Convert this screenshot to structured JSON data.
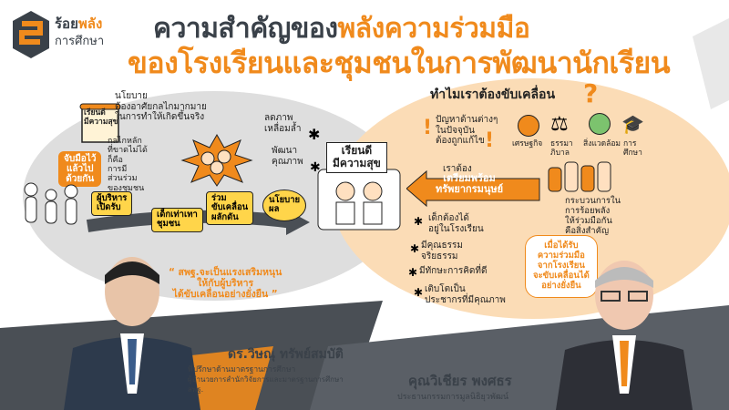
{
  "header": {
    "title_part1": "ความสำคัญของ",
    "title_part2": "พลังความร่วมมือ",
    "title_line2": "ของโรงเรียนและชุมชนในการพัฒนานักเรียน"
  },
  "logo": {
    "name_part1": "ร้อย",
    "name_part2": "พลัง",
    "subtitle": "การศึกษา"
  },
  "left_panel": {
    "policy_scroll": "เรียนดี\nมีความสุข",
    "policy_text": "นโยบาย\nต้องอาศัยกลไกมากมาย\nในการทำให้เกิดขึ้นจริง",
    "mechanism_text": "กลไกหลัก\nที่ขาดไม่ได้\nก็คือ\nการมี\nส่วนร่วม\nของชุมชน",
    "reduce_text": "ลดภาพ\nเหลื่อมล้ำ",
    "develop_text": "พัฒนา\nคุณภาพ",
    "handshake_bubble": "จับมือไว้\nแล้วไป\nด้วยกัน",
    "tag_admin": "ผู้บริหาร\nเปิดรับ",
    "tag_kids": "เด็กเท่าเทา\nชุมชน",
    "tag_join": "ร่วม\nขับเคลื่อน\nผลักดัน",
    "tag_policy": "นโยบาย\nผล",
    "quote": "“ สพฐ.จะเป็นแรงเสริมหนุน\nให้กับผู้บริหาร\nได้ขับเคลื่อนอย่างยั่งยืน ”"
  },
  "center": {
    "sign": "เรียนดี\nมีความสุข"
  },
  "right_panel": {
    "why_title": "ทำไมเราต้องขับเคลื่อน",
    "problem_text": "ปัญหาด้านต่างๆ\nในปัจจุบัน\nต้องถูกแก้ไข",
    "icons": [
      "เศรษฐกิจ",
      "ธรรมา\nภิบาล",
      "สิ่งแวดล้อม",
      "การ\nศึกษา"
    ],
    "we_must": "เราต้อง",
    "prepare_banner": "เตรียมพร้อม\nทรัพยากรมนุษย์",
    "process_text": "กระบวนการใน\nการร้อยพลัง\nให้ร่วมมือกัน\nคือสิ่งสำคัญ",
    "outcomes": [
      "เด็กต้องได้\nอยู่ในโรงเรียน",
      "มีคุณธรรม\nจริยธรรม",
      "มีทักษะการคิดที่ดี",
      "เติบโตเป็น\nประชากรที่มีคุณภาพ"
    ],
    "cooperation_bubble": "เมื่อได้รับ\nความร่วมมือ\nจากโรงเรียน\nจะขับเคลื่อนได้\nอย่างยั่งยืน"
  },
  "people": {
    "left_name": "ดร.วิษณุ ทรัพย์สมบัติ",
    "left_role1": "ที่ปรึกษาด้านมาตรฐานการศึกษา",
    "left_role2": "ผู้อำนวยการสำนักวิจัยการและมาตรฐานการศึกษา",
    "left_role3": "สพฐ.",
    "right_name": "คุณวิเชียร พงศธร",
    "right_role": "ประธานกรรมการมูลนิธิยุวพัฒน์"
  },
  "colors": {
    "orange": "#f08a1c",
    "dark": "#3a4149",
    "gray_bg": "#dcdcdc",
    "peach_bg": "#fbdcb6"
  }
}
